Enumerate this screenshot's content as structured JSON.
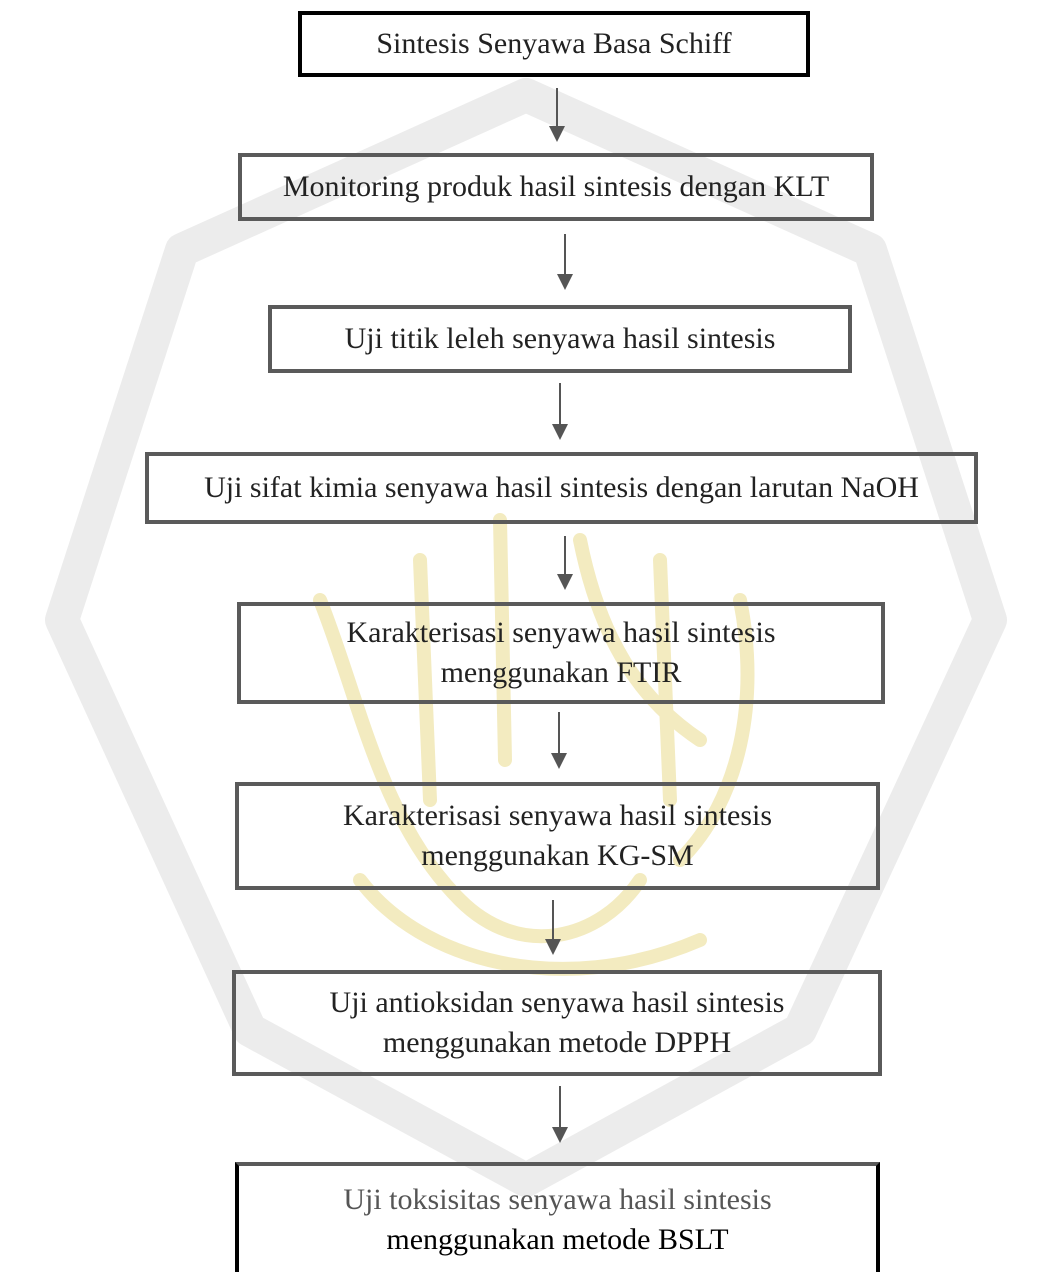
{
  "steps": [
    {
      "lines": [
        "Sintesis Senyawa Basa Schiff"
      ]
    },
    {
      "lines": [
        "Monitoring produk hasil sintesis dengan KLT"
      ]
    },
    {
      "lines": [
        "Uji titik leleh senyawa hasil sintesis"
      ]
    },
    {
      "lines": [
        "Uji sifat kimia senyawa hasil sintesis  dengan larutan  NaOH"
      ]
    },
    {
      "lines": [
        "Karakterisasi senyawa hasil sintesis",
        "menggunakan FTIR"
      ]
    },
    {
      "lines": [
        "Karakterisasi senyawa hasil sintesis",
        "menggunakan KG-SM"
      ]
    },
    {
      "lines": [
        "Uji antioksidan senyawa hasil sintesis",
        "menggunakan metode DPPH"
      ]
    },
    {
      "lines": [
        "Uji toksisitas senyawa hasil sintesis",
        "menggunakan metode BSLT"
      ]
    }
  ],
  "colors": {
    "box_border": "#000000",
    "arrow": "#555555",
    "watermark_text": "#d8d8d8",
    "watermark_calligraphy": "#f2e6a6"
  }
}
